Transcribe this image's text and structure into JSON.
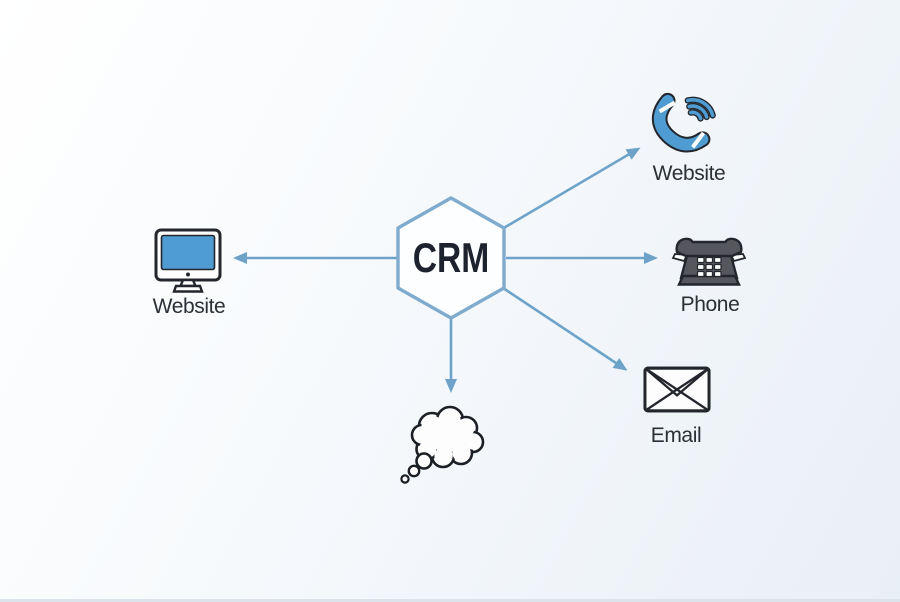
{
  "diagram": {
    "hub": {
      "label": "CRM",
      "shape": "hexagon"
    },
    "nodes": [
      {
        "id": "website-left",
        "label": "Website",
        "icon": "monitor-icon",
        "position": "left"
      },
      {
        "id": "website-top-right",
        "label": "Website",
        "icon": "phone-handset-icon",
        "position": "top-right"
      },
      {
        "id": "phone",
        "label": "Phone",
        "icon": "desk-phone-icon",
        "position": "right"
      },
      {
        "id": "email",
        "label": "Email",
        "icon": "envelope-icon",
        "position": "bottom-right"
      },
      {
        "id": "thought",
        "label": "",
        "icon": "thought-bubble-icon",
        "position": "bottom"
      }
    ],
    "connectors": [
      {
        "from": "hub",
        "to": "website-left",
        "direction": "left"
      },
      {
        "from": "hub",
        "to": "website-top-right",
        "direction": "up-right"
      },
      {
        "from": "hub",
        "to": "phone",
        "direction": "right"
      },
      {
        "from": "hub",
        "to": "email",
        "direction": "down-right"
      },
      {
        "from": "hub",
        "to": "thought",
        "direction": "down"
      }
    ]
  },
  "colors": {
    "accent_blue": "#4f9cd2",
    "arrow_blue": "#6ea3c9",
    "hex_border": "#7fabce",
    "outline_dark": "#23262c",
    "phone_gray": "#55575d",
    "label_text": "#2b2f36",
    "bg_top_left": "#ffffff",
    "bg_bottom": "#e9eff6"
  }
}
